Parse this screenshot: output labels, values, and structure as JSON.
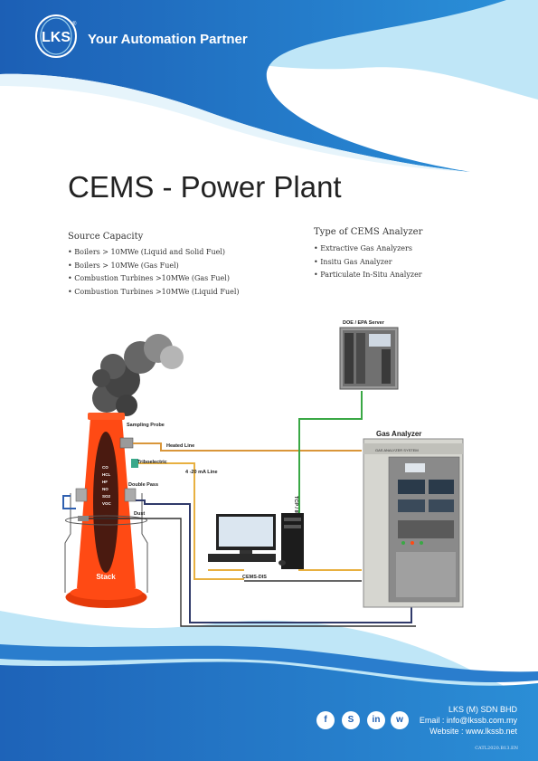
{
  "brand": {
    "logo_text": "LKS",
    "registered_mark": "®",
    "tagline": "Your Automation Partner"
  },
  "title": "CEMS - Power Plant",
  "source_capacity": {
    "heading": "Source Capacity",
    "items": [
      "Boilers > 10MWe (Liquid and Solid Fuel)",
      "Boilers > 10MWe (Gas Fuel)",
      "Combustion Turbines >10MWe (Gas Fuel)",
      "Combustion Turbines >10MWe (Liquid Fuel)"
    ]
  },
  "analyzer_types": {
    "heading": "Type of CEMS Analyzer",
    "items": [
      "Extractive Gas Analyzers",
      "Insitu Gas Analyzer",
      "Particulate In-Situ Analyzer"
    ]
  },
  "diagram": {
    "server_label": "DOE / EPA Server",
    "gas_analyzer_label": "Gas Analyzer",
    "gas_analyzer_plate": "GAS ANALYZER SYSTEM",
    "tcpip_label": "TCP / IP",
    "sampling_probe_label": "Sampling Probe",
    "heated_line_label": "Heated Line",
    "triboelectric_label": "Triboelectric",
    "ma_line_label": "4 -20 mA Line",
    "double_pass_label": "Double Pass",
    "dust_label": "Dust",
    "cems_dis_label": "CEMS-DIS",
    "stack_label": "Stack",
    "gases": [
      "CO",
      "HCL",
      "HF",
      "NO",
      "SO2",
      "VOC"
    ]
  },
  "footer": {
    "company": "LKS (M) SDN BHD",
    "email": "Email : info@lkssb.com.my",
    "website": "Website : www.lkssb.net",
    "catalog_code": "CATL2020.B13.EN"
  },
  "social": {
    "facebook": "f",
    "skype": "S",
    "linkedin": "in",
    "whatsapp": "w"
  },
  "colors": {
    "primary_blue": "#1f5fb3",
    "light_blue": "#9fd3ee",
    "stack_orange": "#ff4a14",
    "heated_line_gold": "#e4a93a",
    "tcpip_green": "#3aa845"
  }
}
